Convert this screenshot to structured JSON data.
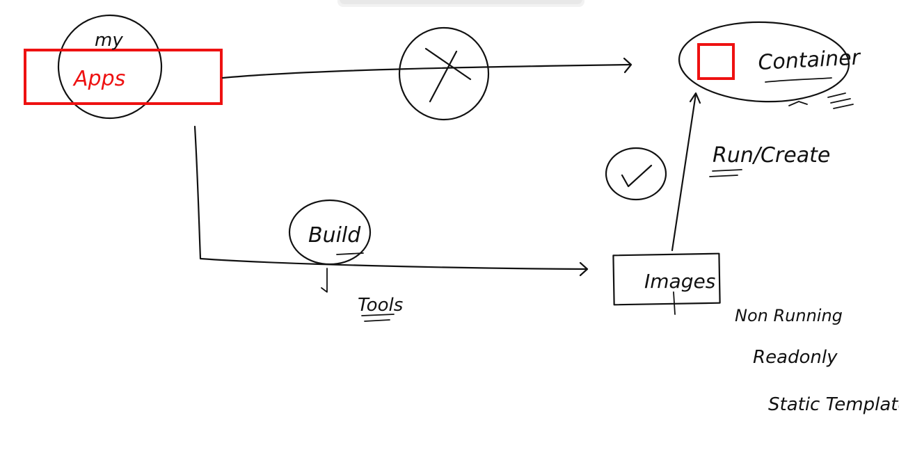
{
  "toolbar_shadow": true,
  "colors": {
    "ink": "#111111",
    "accent_red": "#ee1111",
    "background": "#ffffff",
    "toolbar_shadow": "#e6e6e6"
  },
  "labels": {
    "my": "my",
    "apps": "Apps",
    "container": "Container",
    "run_create": "Run/Create",
    "build": "Build",
    "tools": "Tools",
    "images": "Images",
    "non_running": "Non Running",
    "readonly": "Readonly",
    "static_template": "Static Template"
  },
  "icons": {
    "cross": "x-circle-icon",
    "check": "check-circle-icon",
    "down_arrow": "down-arrow-icon",
    "container_box": "red-square-icon"
  }
}
